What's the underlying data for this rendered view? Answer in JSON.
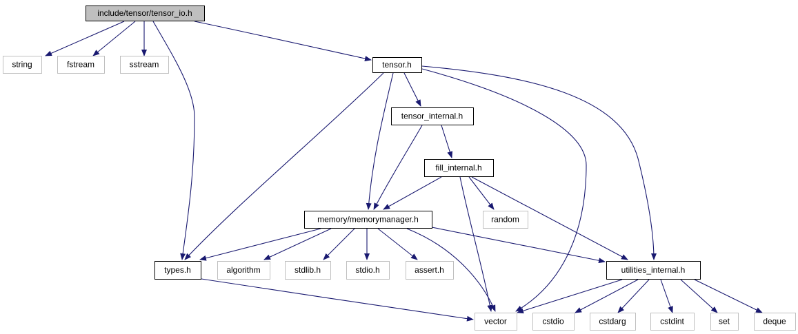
{
  "colors": {
    "edge": "#191970",
    "local_header_border": "#000000",
    "system_header_border": "#bfbfbf",
    "root_fill": "#bfbfbf",
    "node_fill": "#ffffff"
  },
  "nodes": [
    {
      "id": "tensor_io",
      "label": "include/tensor/tensor_io.h",
      "kind": "root"
    },
    {
      "id": "string",
      "label": "string",
      "kind": "system"
    },
    {
      "id": "fstream",
      "label": "fstream",
      "kind": "system"
    },
    {
      "id": "sstream",
      "label": "sstream",
      "kind": "system"
    },
    {
      "id": "tensor_h",
      "label": "tensor.h",
      "kind": "local"
    },
    {
      "id": "tensor_internal",
      "label": "tensor_internal.h",
      "kind": "local"
    },
    {
      "id": "fill_internal",
      "label": "fill_internal.h",
      "kind": "local"
    },
    {
      "id": "random",
      "label": "random",
      "kind": "system"
    },
    {
      "id": "memorymanager",
      "label": "memory/memorymanager.h",
      "kind": "local"
    },
    {
      "id": "types_h",
      "label": "types.h",
      "kind": "local"
    },
    {
      "id": "algorithm",
      "label": "algorithm",
      "kind": "system"
    },
    {
      "id": "stdlib",
      "label": "stdlib.h",
      "kind": "system"
    },
    {
      "id": "stdio",
      "label": "stdio.h",
      "kind": "system"
    },
    {
      "id": "assert",
      "label": "assert.h",
      "kind": "system"
    },
    {
      "id": "utilities_internal",
      "label": "utilities_internal.h",
      "kind": "local"
    },
    {
      "id": "vector",
      "label": "vector",
      "kind": "system"
    },
    {
      "id": "cstdio",
      "label": "cstdio",
      "kind": "system"
    },
    {
      "id": "cstdarg",
      "label": "cstdarg",
      "kind": "system"
    },
    {
      "id": "cstdint",
      "label": "cstdint",
      "kind": "system"
    },
    {
      "id": "set",
      "label": "set",
      "kind": "system"
    },
    {
      "id": "deque",
      "label": "deque",
      "kind": "system"
    }
  ],
  "edges": [
    {
      "from": "tensor_io",
      "to": "string"
    },
    {
      "from": "tensor_io",
      "to": "fstream"
    },
    {
      "from": "tensor_io",
      "to": "sstream"
    },
    {
      "from": "tensor_io",
      "to": "tensor_h"
    },
    {
      "from": "tensor_io",
      "to": "types_h"
    },
    {
      "from": "tensor_h",
      "to": "tensor_internal"
    },
    {
      "from": "tensor_h",
      "to": "memorymanager"
    },
    {
      "from": "tensor_h",
      "to": "types_h"
    },
    {
      "from": "tensor_h",
      "to": "vector"
    },
    {
      "from": "tensor_h",
      "to": "utilities_internal"
    },
    {
      "from": "tensor_internal",
      "to": "fill_internal"
    },
    {
      "from": "tensor_internal",
      "to": "memorymanager"
    },
    {
      "from": "fill_internal",
      "to": "memorymanager"
    },
    {
      "from": "fill_internal",
      "to": "random"
    },
    {
      "from": "fill_internal",
      "to": "vector"
    },
    {
      "from": "fill_internal",
      "to": "utilities_internal"
    },
    {
      "from": "memorymanager",
      "to": "types_h"
    },
    {
      "from": "memorymanager",
      "to": "algorithm"
    },
    {
      "from": "memorymanager",
      "to": "stdlib"
    },
    {
      "from": "memorymanager",
      "to": "stdio"
    },
    {
      "from": "memorymanager",
      "to": "assert"
    },
    {
      "from": "memorymanager",
      "to": "vector"
    },
    {
      "from": "memorymanager",
      "to": "utilities_internal"
    },
    {
      "from": "types_h",
      "to": "vector"
    },
    {
      "from": "utilities_internal",
      "to": "vector"
    },
    {
      "from": "utilities_internal",
      "to": "cstdio"
    },
    {
      "from": "utilities_internal",
      "to": "cstdarg"
    },
    {
      "from": "utilities_internal",
      "to": "cstdint"
    },
    {
      "from": "utilities_internal",
      "to": "set"
    },
    {
      "from": "utilities_internal",
      "to": "deque"
    }
  ]
}
